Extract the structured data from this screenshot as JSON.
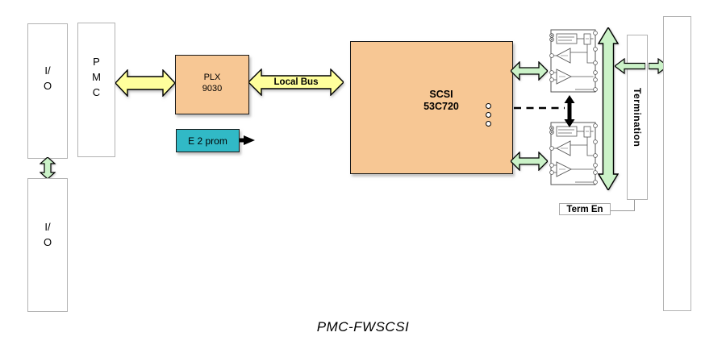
{
  "diagram": {
    "caption": "PMC-FWSCSI",
    "colors": {
      "block_fill": "#F7C794",
      "bus_arrow_fill": "#FFFF9C",
      "eeprom_fill": "#31B9C6",
      "signal_arrow_fill": "#CBF2C8"
    },
    "io_top": {
      "line1": "I/",
      "line2": "O"
    },
    "io_bottom": {
      "line1": "I/",
      "line2": "O"
    },
    "pmc": {
      "line1": "P",
      "line2": "M",
      "line3": "C"
    },
    "plx": {
      "line1": "PLX",
      "line2": "9030"
    },
    "local_bus": {
      "label": "Local Bus"
    },
    "eeprom": {
      "label": "E 2 prom"
    },
    "scsi": {
      "line1": "SCSI",
      "line2": "53C720"
    },
    "termination": {
      "label": "Termination"
    },
    "term_en": {
      "label": "Term En"
    }
  }
}
